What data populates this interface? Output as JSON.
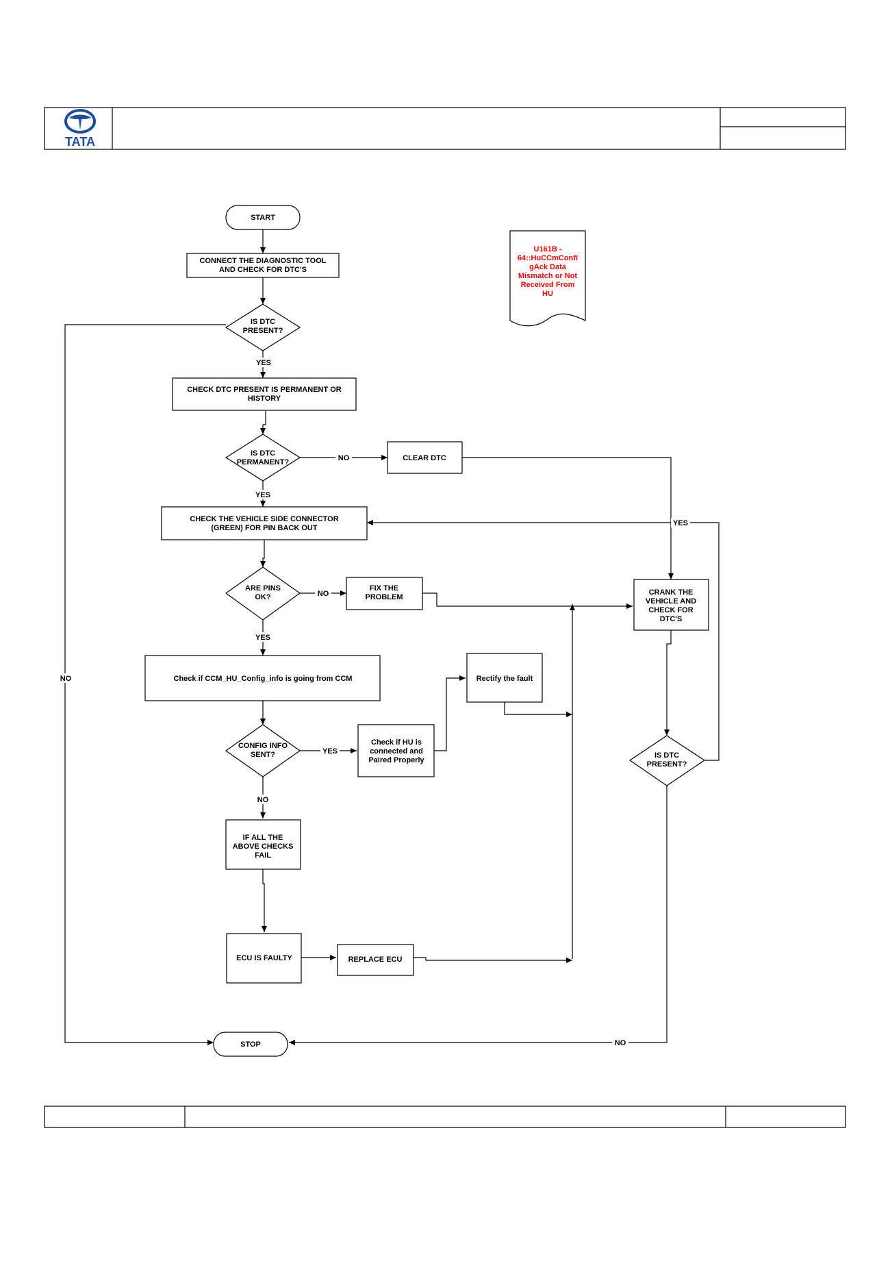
{
  "header": {
    "logo_text": "TATA"
  },
  "dtc_note": {
    "lines": [
      "U161B -",
      "64::HuCCmConfi",
      "gAck Data",
      "Mismatch or Not",
      "Received From",
      "HU"
    ],
    "color": "#ff0000"
  },
  "nodes": {
    "start": [
      "START"
    ],
    "connect_tool": [
      "CONNECT THE DIAGNOSTIC TOOL",
      "AND CHECK FOR  DTC'S"
    ],
    "is_dtc_present_1": [
      "IS  DTC",
      "PRESENT?"
    ],
    "check_permanent": [
      "CHECK DTC  PRESENT IS PERMANENT OR",
      "HISTORY"
    ],
    "is_dtc_permanent": [
      "IS  DTC",
      "PERMANENT?"
    ],
    "clear_dtc": [
      "CLEAR DTC"
    ],
    "check_connector": [
      "CHECK THE VEHICLE  SIDE CONNECTOR",
      "(GREEN) FOR PIN BACK OUT"
    ],
    "are_pins_ok": [
      "ARE PINS",
      "OK?"
    ],
    "fix_problem": [
      "FIX THE",
      "PROBLEM"
    ],
    "crank_vehicle": [
      "CRANK THE",
      "VEHICLE AND",
      "CHECK FOR",
      "DTC'S"
    ],
    "check_ccm": [
      "Check if CCM_HU_Config_info is going from CCM"
    ],
    "rectify_fault": [
      "Rectify the fault"
    ],
    "config_info_sent": [
      "CONFIG INFO",
      "SENT?"
    ],
    "check_hu": [
      "Check if HU is",
      "connected and",
      "Paired Properly"
    ],
    "is_dtc_present_2": [
      "IS  DTC",
      "PRESENT?"
    ],
    "all_checks_fail": [
      "IF ALL THE",
      "ABOVE CHECKS",
      "FAIL"
    ],
    "ecu_faulty": [
      "ECU IS FAULTY"
    ],
    "replace_ecu": [
      "REPLACE ECU"
    ],
    "stop": [
      "STOP"
    ]
  },
  "edge_labels": {
    "dtc1_yes": "YES",
    "dtc1_no": "NO",
    "perm_no": "NO",
    "perm_yes": "YES",
    "pins_no": "NO",
    "pins_yes": "YES",
    "config_yes": "YES",
    "config_no": "NO",
    "dtc2_yes": "YES",
    "dtc2_no": "NO"
  }
}
